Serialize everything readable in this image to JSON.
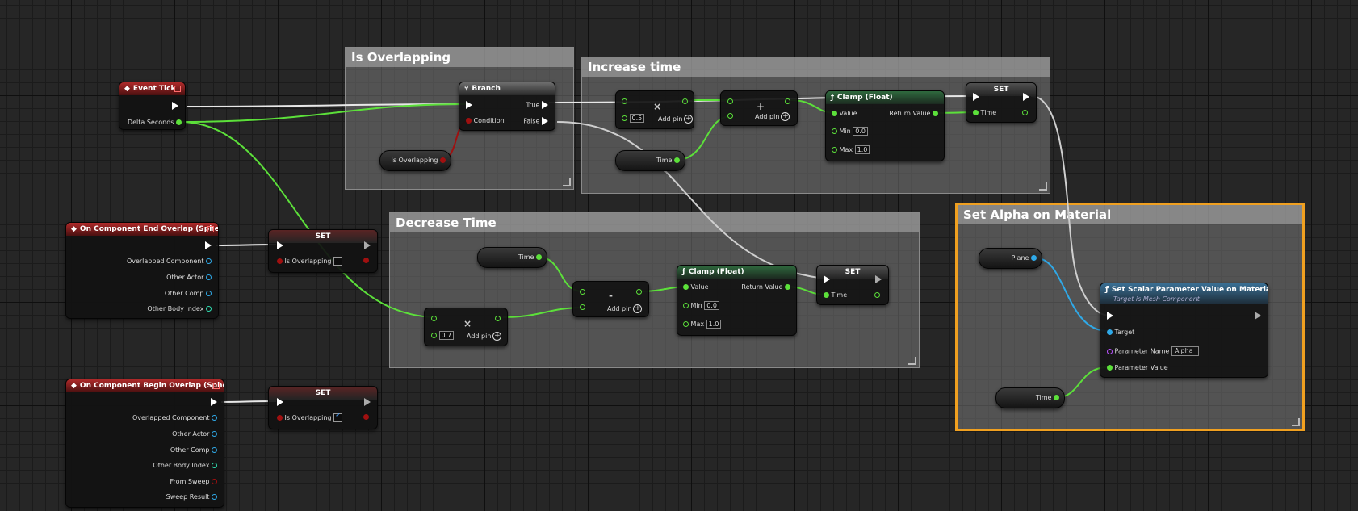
{
  "comments": {
    "is_overlapping": "Is Overlapping",
    "increase_time": "Increase time",
    "decrease_time": "Decrease Time",
    "set_alpha": "Set Alpha on Material"
  },
  "event_tick": {
    "title": "Event Tick",
    "delta": "Delta Seconds"
  },
  "end_overlap": {
    "title": "On Component End Overlap (Sphere)",
    "pins": [
      "Overlapped Component",
      "Other Actor",
      "Other Comp",
      "Other Body Index"
    ]
  },
  "begin_overlap": {
    "title": "On Component Begin Overlap (Sphere)",
    "pins": [
      "Overlapped Component",
      "Other Actor",
      "Other Comp",
      "Other Body Index",
      "From Sweep",
      "Sweep Result"
    ]
  },
  "set_nodes": {
    "title": "SET",
    "is_overlapping": "Is Overlapping",
    "time": "Time"
  },
  "branch": {
    "title": "Branch",
    "true": "True",
    "false": "False",
    "condition": "Condition"
  },
  "getters": {
    "is_overlapping": "Is Overlapping",
    "time": "Time",
    "plane": "Plane"
  },
  "math": {
    "multiply": "×",
    "add": "+",
    "subtract": "-",
    "add_pin": "Add pin",
    "inc_multiplier": "0.5",
    "dec_multiplier": "0.7"
  },
  "clamp": {
    "title": "Clamp (Float)",
    "value": "Value",
    "return_value": "Return Value",
    "min": "Min",
    "max": "Max",
    "min_value": "0.0",
    "max_value": "1.0"
  },
  "scalar_node": {
    "title": "Set Scalar Parameter Value on Materials",
    "subtitle": "Target is Mesh Component",
    "target": "Target",
    "param_name": "Parameter Name",
    "param_name_value": "Alpha",
    "param_value": "Parameter Value"
  },
  "colors": {
    "float": "#5ce03a",
    "object": "#2fa9e8",
    "bool": "#a01010",
    "exec": "#ffffff",
    "selection": "#f0a020"
  }
}
